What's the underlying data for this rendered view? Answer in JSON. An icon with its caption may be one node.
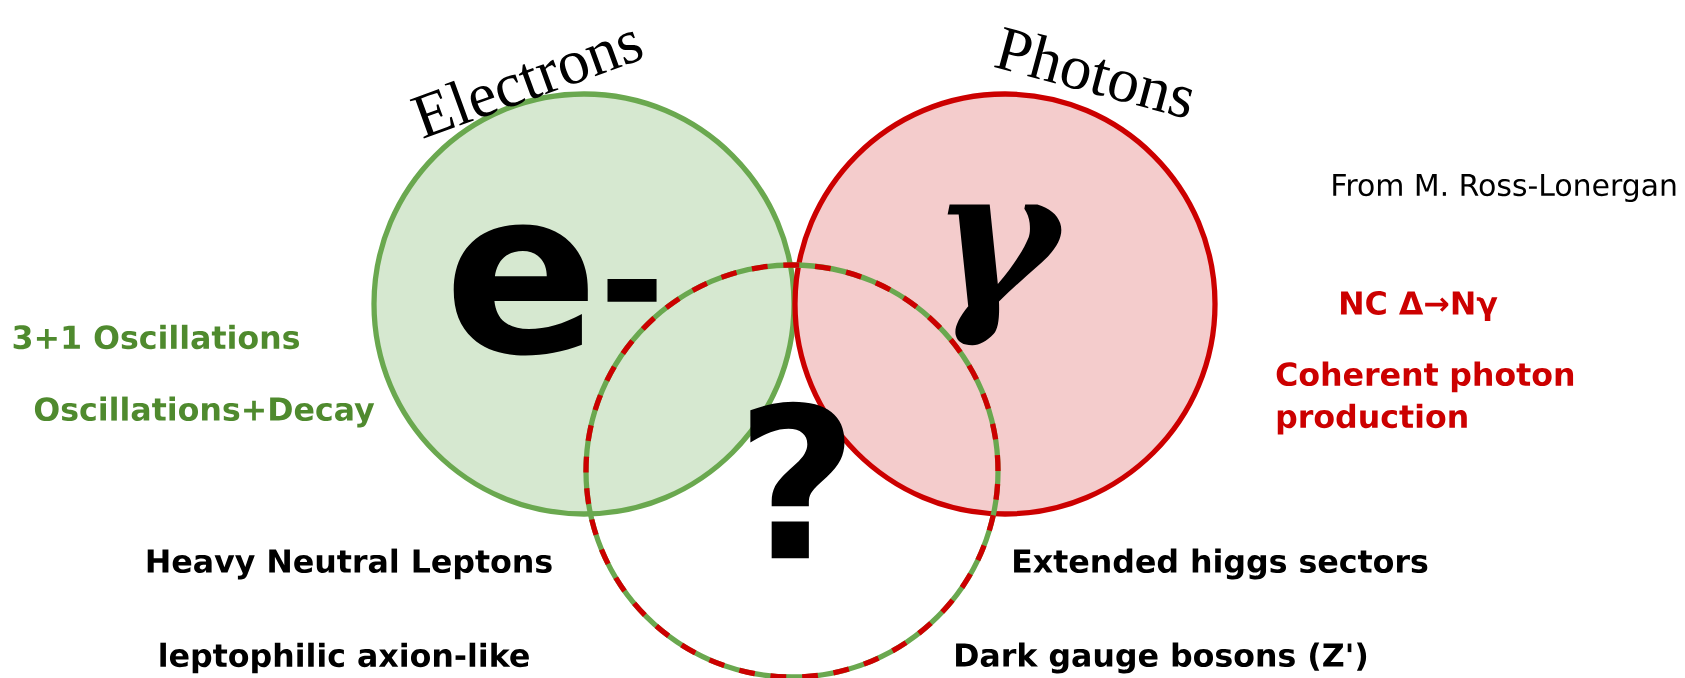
{
  "diagram": {
    "nodes": [
      {
        "text": [
          "Electrons",
          "e$^{-}$"
        ]
      },
      {
        "text": [
          "Photons",
          "γ"
        ]
      },
      {
        "text": [
          "?"
        ]
      }
    ],
    "labels": [
      "From M. Ross-Lonergan",
      "3+1 Oscillations",
      "Oscillations+Decay",
      "NC Δ→Nγ",
      "Coherent photon production",
      "Heavy Neutral Leptons",
      "Extended higgs sectors",
      "leptophilic axion-like",
      "Dark gauge bosons (Z')"
    ]
  }
}
